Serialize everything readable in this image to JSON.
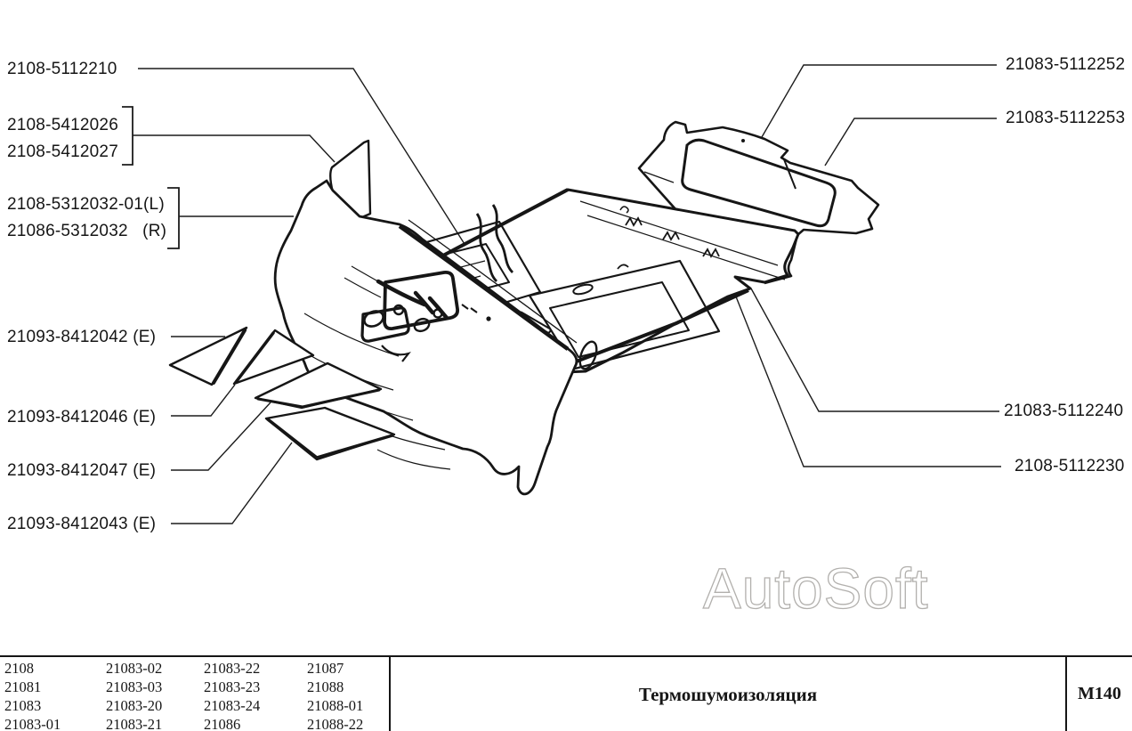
{
  "diagram": {
    "watermark": "AutoSoft",
    "callouts_left": [
      {
        "label": "2108-5112210"
      },
      {
        "label": "2108-5412026"
      },
      {
        "label": "2108-5412027"
      },
      {
        "label": "2108-5312032-01(L)"
      },
      {
        "label": "21086-5312032   (R)"
      },
      {
        "label": "21093-8412042 (Е)"
      },
      {
        "label": "21093-8412046 (Е)"
      },
      {
        "label": "21093-8412047 (Е)"
      },
      {
        "label": "21093-8412043 (Е)"
      }
    ],
    "callouts_right": [
      {
        "label": "21083-5112252"
      },
      {
        "label": "21083-5112253"
      },
      {
        "label": "21083-5112240"
      },
      {
        "label": "2108-5112230"
      }
    ]
  },
  "footer_table": {
    "models": [
      [
        "2108",
        "21083-02",
        "21083-22",
        "21087"
      ],
      [
        "21081",
        "21083-03",
        "21083-23",
        "21088"
      ],
      [
        "21083",
        "21083-20",
        "21083-24",
        "21088-01"
      ],
      [
        "21083-01",
        "21083-21",
        "21086",
        "21088-22"
      ]
    ],
    "title": "Термошумоизоляция",
    "page_code": "М140"
  },
  "colors": {
    "ink": "#161616",
    "watermark_outline": "#b2b0ad",
    "background": "#ffffff"
  }
}
